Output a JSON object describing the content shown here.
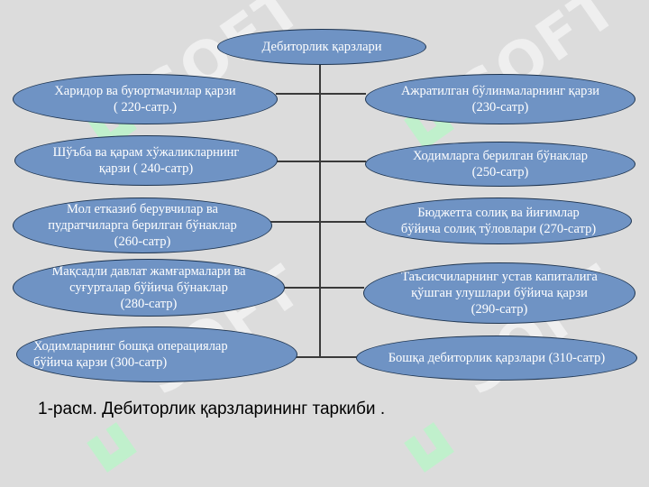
{
  "diagram": {
    "root": "Дебиторлик қарзлари",
    "left_nodes": [
      "Харидор ва буюртмачилар қарзи\n( 220-сатр.)",
      "Шўъба ва қарам хўжаликларнинг\nқарзи     ( 240-сатр)",
      "Мол етказиб берувчилар ва\nпудратчиларга берилган бўнаклар\n(260-сатр)",
      "Мақсадли давлат жамғармалари ва\nсуғурталар бўйича бўнаклар\n(280-сатр)",
      "Ходимларнинг бошқа операциялар\nбўйича қарзи (300-сатр)"
    ],
    "right_nodes": [
      "Ажратилган бўлинмаларнинг  қарзи\n(230-сатр)",
      "Ходимларга берилган бўнаклар\n(250-сатр)",
      "Бюджетга солиқ ва йиғимлар\nбўйича солиқ тўловлари (270-сатр)",
      "Таъсисчиларнинг устав капиталига\nқўшган улушлари бўйича қарзи\n(290-сатр)",
      "Бошқа  дебиторлик қарзлари (310-сатр)"
    ],
    "caption": "1-расм. Дебиторлик қарзларининг таркиби ."
  },
  "watermark": {
    "text": "SOFT",
    "color": "#ffffff",
    "logo_color": "#b9f5c8"
  },
  "colors": {
    "node_fill": "#6f93c4",
    "node_border": "#1f3550",
    "node_text": "#ffffff",
    "background": "#dcdcdc"
  }
}
